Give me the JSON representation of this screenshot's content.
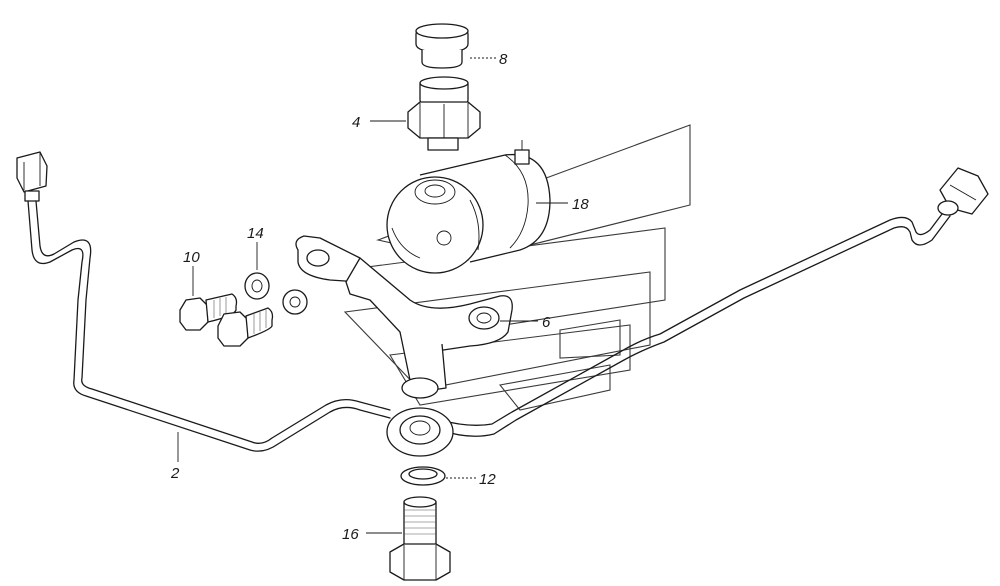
{
  "callouts": [
    {
      "id": "8",
      "label": "8"
    },
    {
      "id": "4",
      "label": "4"
    },
    {
      "id": "18",
      "label": "18"
    },
    {
      "id": "14",
      "label": "14"
    },
    {
      "id": "10",
      "label": "10"
    },
    {
      "id": "6",
      "label": "6"
    },
    {
      "id": "2",
      "label": "2"
    },
    {
      "id": "12",
      "label": "12"
    },
    {
      "id": "16",
      "label": "16"
    }
  ]
}
